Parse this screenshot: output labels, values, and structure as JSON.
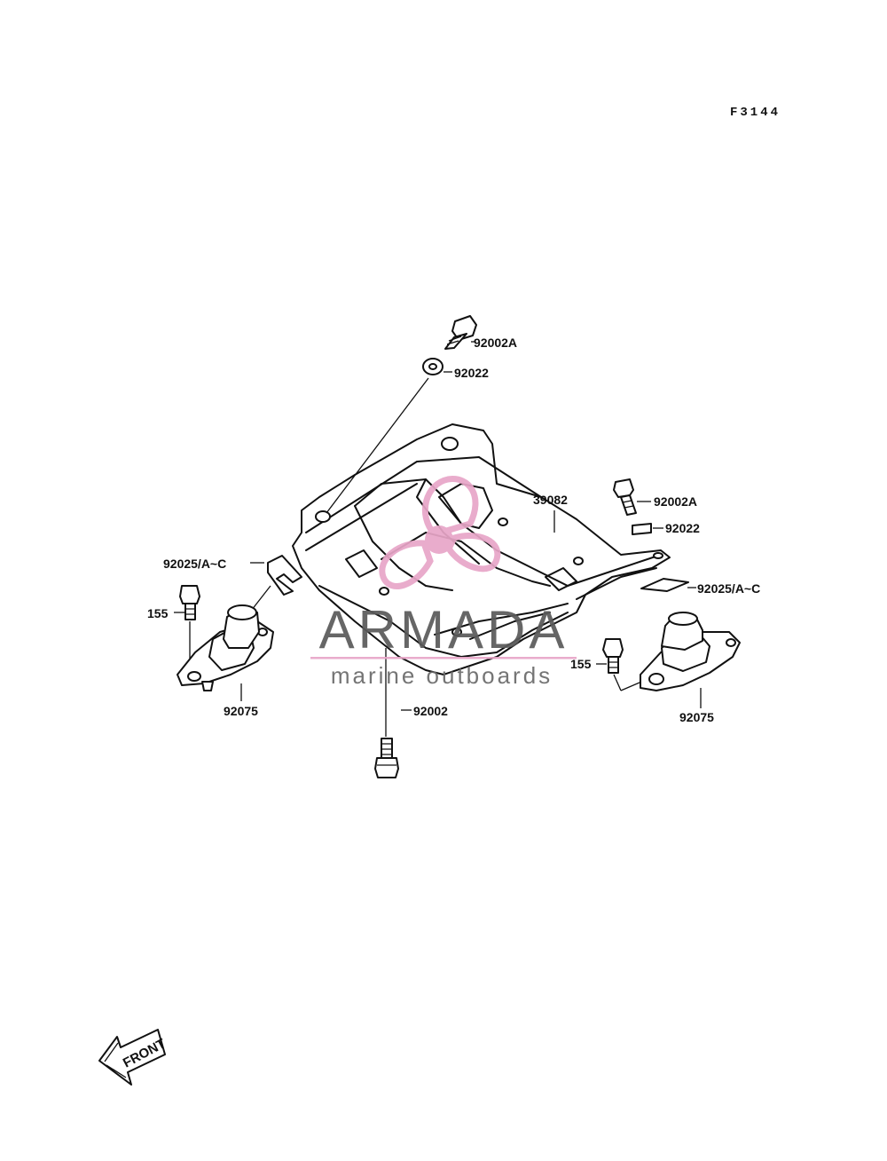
{
  "figure_code": "F3144",
  "watermark": {
    "brand": "ARMADA",
    "tagline": "marine outboards",
    "accent_color": "#e8a6c8"
  },
  "parts": {
    "bolt_top": "92002A",
    "washer_top": "92022",
    "bracket": "39082",
    "bolt_right": "92002A",
    "washer_right": "92022",
    "shim_left": "92025/A~C",
    "shim_right": "92025/A~C",
    "bolt_left_small": "155",
    "bolt_right_small": "155",
    "mount_left": "92075",
    "mount_right": "92075",
    "bolt_bottom": "92002"
  },
  "front_label": "FRONT",
  "front_icon": "arrow-left-icon"
}
